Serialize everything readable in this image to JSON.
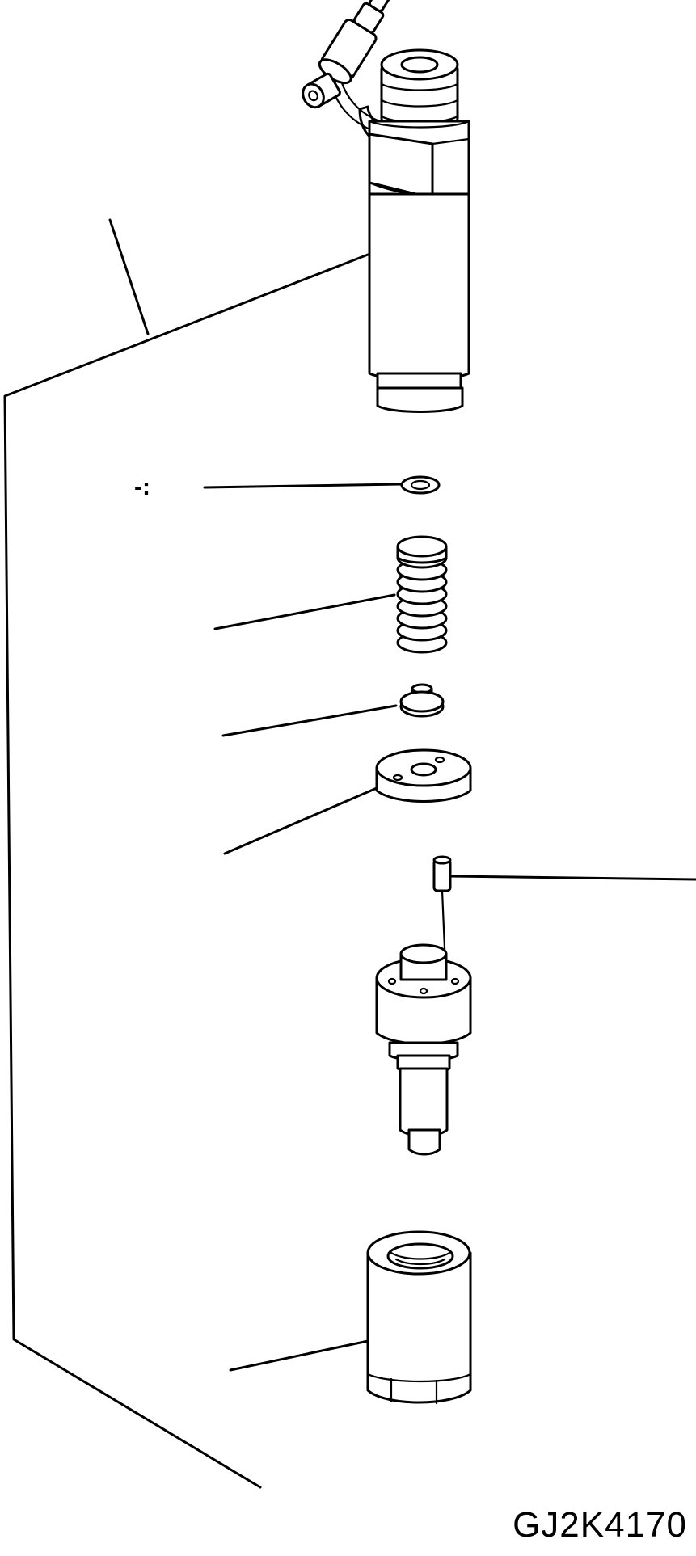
{
  "figure": {
    "drawing_code": "GJ2K4170",
    "fragment_mark": "-:"
  },
  "parts": [
    {
      "name": "injector-holder-body"
    },
    {
      "name": "shim-washer"
    },
    {
      "name": "nozzle-spring"
    },
    {
      "name": "spring-seat"
    },
    {
      "name": "spacer-plate"
    },
    {
      "name": "dowel-pin"
    },
    {
      "name": "nozzle-assembly"
    },
    {
      "name": "retaining-nut"
    }
  ]
}
